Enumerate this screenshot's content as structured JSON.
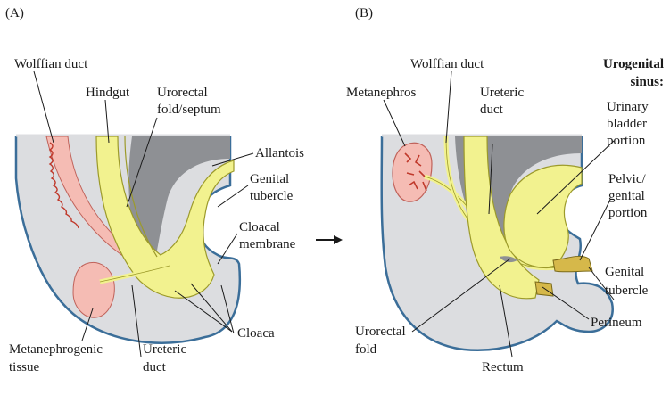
{
  "panels": {
    "a": {
      "letter": "(A)",
      "labels": {
        "wolffian_duct": "Wolffian duct",
        "hindgut": "Hindgut",
        "urorectal_l1": "Urorectal",
        "urorectal_l2": "fold/septum",
        "allantois": "Allantois",
        "genital_l1": "Genital",
        "genital_l2": "tubercle",
        "cloacal_l1": "Cloacal",
        "cloacal_l2": "membrane",
        "cloaca": "Cloaca",
        "metaneph_l1": "Metanephrogenic",
        "metaneph_l2": "tissue",
        "ureteric_l1": "Ureteric",
        "ureteric_l2": "duct"
      }
    },
    "b": {
      "letter": "(B)",
      "labels": {
        "wolffian_duct": "Wolffian duct",
        "metanephros": "Metanephros",
        "ureteric_l1": "Ureteric",
        "ureteric_l2": "duct",
        "ug_sinus_l1": "Urogenital",
        "ug_sinus_l2": "sinus:",
        "urinary_l1": "Urinary",
        "urinary_l2": "bladder",
        "urinary_l3": "portion",
        "pelvic_l1": "Pelvic/",
        "pelvic_l2": "genital",
        "pelvic_l3": "portion",
        "genital_l1": "Genital",
        "genital_l2": "tubercle",
        "perineum": "Perineum",
        "urorectal_l1": "Urorectal",
        "urorectal_l2": "fold",
        "rectum": "Rectum"
      }
    }
  },
  "colors": {
    "embryo_fill": "#dcdde0",
    "embryo_outline": "#3b6e99",
    "dark_gray": "#8e9094",
    "yellow_fill": "#f2f28f",
    "yellow_stroke": "#9c9a2a",
    "pink_fill": "#f5bcb4",
    "pink_stroke": "#c0625a",
    "red": "#c0392b",
    "tubercle_fill": "#d6b84a"
  }
}
